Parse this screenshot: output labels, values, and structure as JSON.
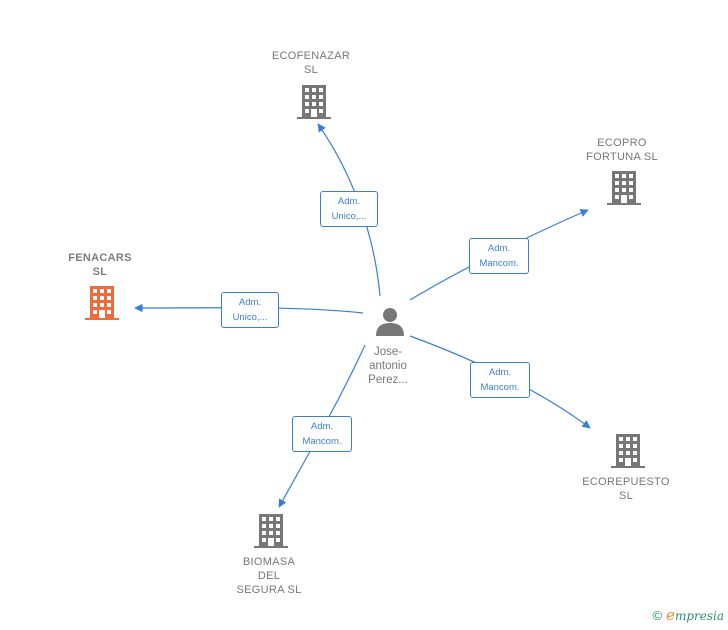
{
  "colors": {
    "edge": "#3a7fd6",
    "building_default": "#777777",
    "building_highlight": "#f26a3c",
    "person": "#777777",
    "brand_green": "#2f8f6a",
    "brand_orange": "#f08a1c"
  },
  "center": {
    "name": "Jose-\nantonio\nPerez...",
    "icon": "person-icon"
  },
  "companies": [
    {
      "id": "ecofenazar",
      "label": "ECOFENAZAR\nSL",
      "icon": "building-icon",
      "highlight": false
    },
    {
      "id": "ecopro",
      "label": "ECOPRO\nFORTUNA  SL",
      "icon": "building-icon",
      "highlight": false
    },
    {
      "id": "fenacars",
      "label": "FENACARS\nSL",
      "icon": "building-icon",
      "highlight": true
    },
    {
      "id": "ecorepuesto",
      "label": "ECOREPUESTO\nSL",
      "icon": "building-icon",
      "highlight": false
    },
    {
      "id": "biomasa",
      "label": "BIOMASA\nDEL\nSEGURA  SL",
      "icon": "building-icon",
      "highlight": false
    }
  ],
  "relations": [
    {
      "target": "ecofenazar",
      "line1": "Adm.",
      "line2": "Unico,..."
    },
    {
      "target": "ecopro",
      "line1": "Adm.",
      "line2": "Mancom."
    },
    {
      "target": "fenacars",
      "line1": "Adm.",
      "line2": "Unico,..."
    },
    {
      "target": "ecorepuesto",
      "line1": "Adm.",
      "line2": "Mancom."
    },
    {
      "target": "biomasa",
      "line1": "Adm.",
      "line2": "Mancom."
    }
  ],
  "footer": {
    "copyright_symbol": "©",
    "brand_initial": "e",
    "brand_rest": "mpresia"
  }
}
